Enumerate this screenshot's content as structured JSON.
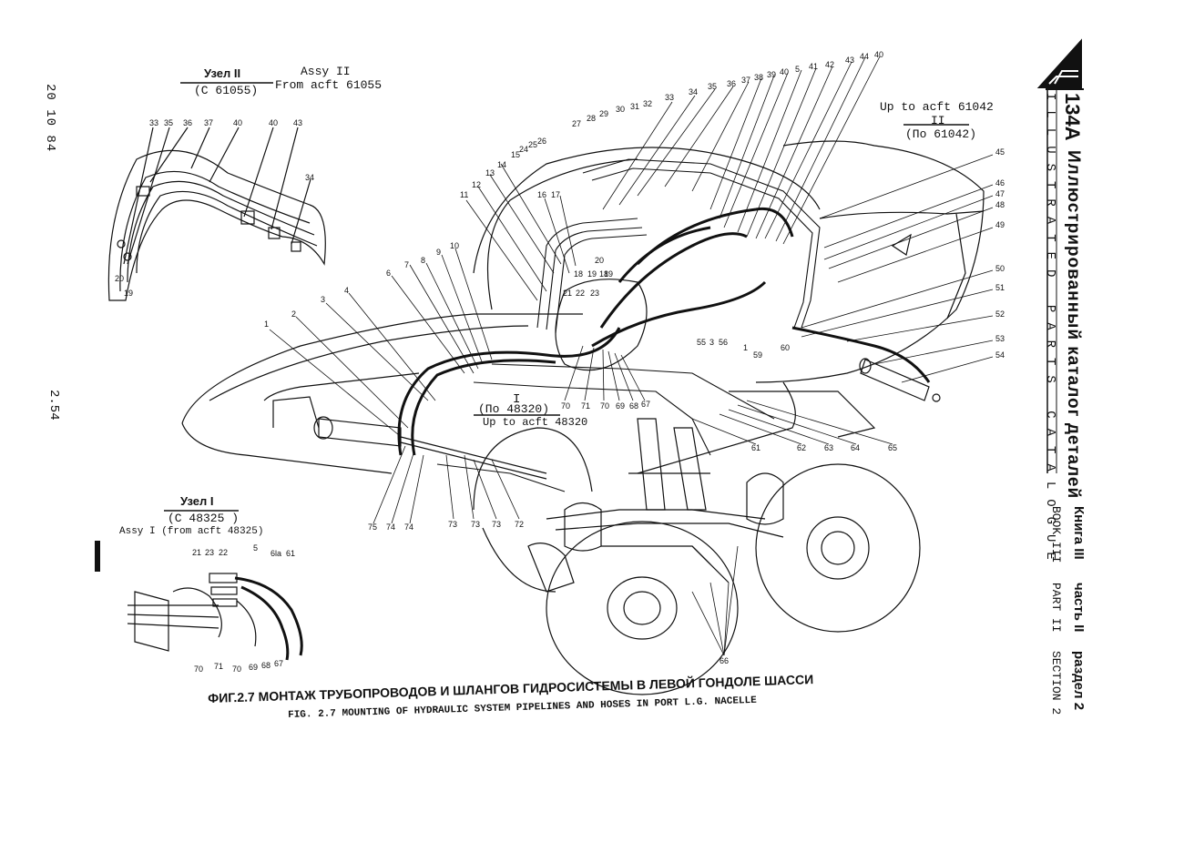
{
  "header": {
    "model": "134A",
    "title_ru": "Иллюстрированный каталог деталей",
    "title_en": "ILLUSTRATED PARTS CATALOGUE"
  },
  "margin": {
    "doc_code": "20 10 84",
    "page_number": "2.54"
  },
  "book_info": {
    "book_ru": "Книга III",
    "part_ru": "часть II",
    "section_ru": "раздел 2",
    "book_en": "BOOK III",
    "part_en": "PART II",
    "section_en": "SECTION 2"
  },
  "assy2": {
    "label_ru": "Узел II",
    "label_en": "Assy II",
    "from_ru": "(С 61055)",
    "from_en": "From acft 61055"
  },
  "upto2": {
    "label_en": "Up to acft 61042",
    "roman": "II",
    "label_ru": "(По 61042)"
  },
  "upto1": {
    "roman": "I",
    "label_ru": "(По 48320)",
    "label_en": "Up to acft 48320"
  },
  "assy1": {
    "label_ru": "Узел I",
    "from_ru": "(С 48325 )",
    "label_en": "Assy I (from acft 48325)"
  },
  "caption": {
    "ru": "ФИГ.2.7  МОНТАЖ  ТРУБОПРОВОДОВ  И  ШЛАНГОВ  ГИДРОСИСТЕМЫ  В  ЛЕВОЙ  ГОНДОЛЕ  ШАССИ",
    "en": "FIG. 2.7 MOUNTING OF HYDRAULIC SYSTEM PIPELINES AND HOSES IN PORT L.G. NACELLE"
  },
  "callouts": {
    "assy2": [
      "33",
      "35",
      "36",
      "37",
      "40",
      "40",
      "43",
      "34",
      "20",
      "19"
    ],
    "top": [
      "33",
      "34",
      "35",
      "36",
      "37",
      "38",
      "39",
      "40",
      "5",
      "41",
      "42",
      "43",
      "44",
      "40",
      "27",
      "28",
      "29",
      "30",
      "31",
      "32",
      "24",
      "25",
      "26",
      "15",
      "14",
      "13",
      "12",
      "11",
      "16",
      "17",
      "18",
      "19",
      "20",
      "18",
      "19",
      "10",
      "9",
      "8",
      "7",
      "6",
      "4",
      "3",
      "2",
      "1",
      "21",
      "22",
      "23",
      "55",
      "3",
      "56",
      "1",
      "59",
      "60"
    ],
    "right": [
      "45",
      "46",
      "47",
      "48",
      "49",
      "50",
      "51",
      "52",
      "53",
      "54"
    ],
    "main": [
      "70",
      "71",
      "70",
      "69",
      "68",
      "67",
      "61",
      "62",
      "63",
      "64",
      "65",
      "75",
      "74",
      "74",
      "73",
      "73",
      "73",
      "72",
      "66"
    ],
    "assy1": [
      "21",
      "23",
      "22",
      "5",
      "6la",
      "61",
      "70",
      "71",
      "70",
      "69",
      "68",
      "67"
    ]
  }
}
